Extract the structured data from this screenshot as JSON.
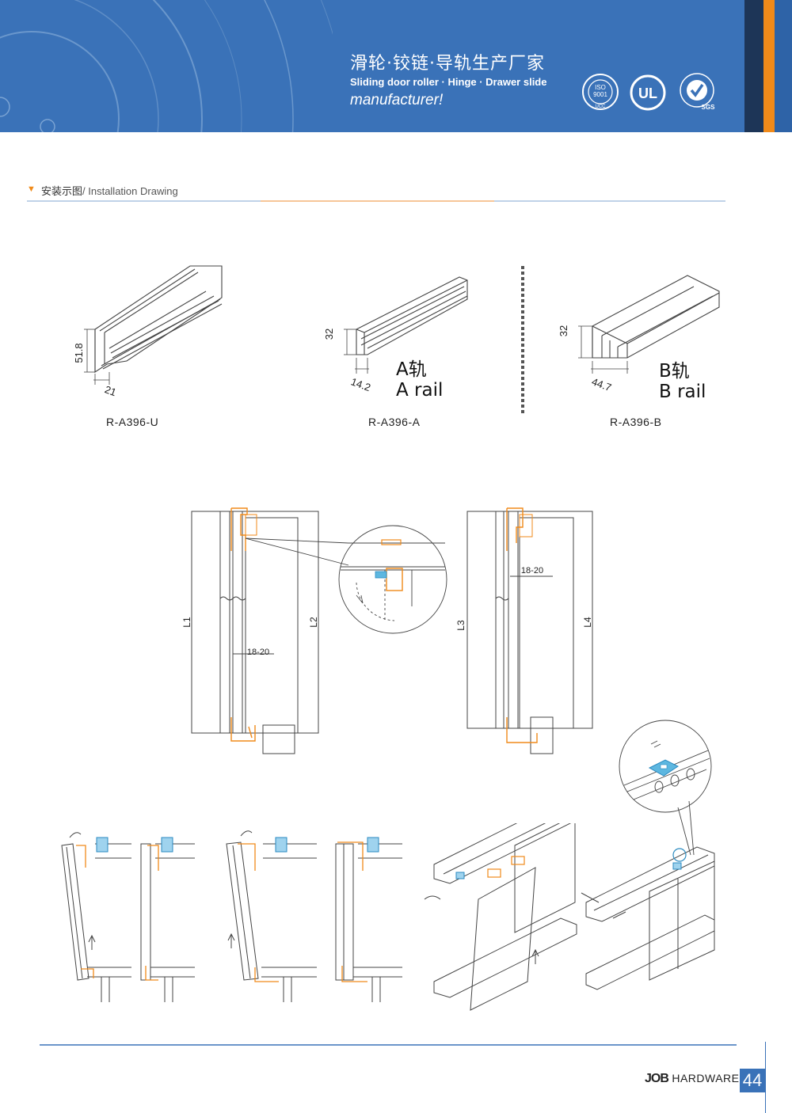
{
  "header": {
    "title_cn": "滑轮·铰链·导轨生产厂家",
    "title_en": "Sliding door roller  · Hinge  · Drawer slide",
    "title_manufacturer": "manufacturer!",
    "cert_logos": [
      "iso-9001-ucc-logo",
      "ul-logo",
      "sgs-logo"
    ],
    "cert_iso_text": "ISO",
    "cert_iso_num": "9001",
    "cert_ucc": "UCC",
    "cert_ul": "UL",
    "cert_sgs": "SGS",
    "colors": {
      "band": "#3a72b8",
      "accent_orange": "#f08a1a",
      "accent_dark": "#1d3557"
    }
  },
  "section": {
    "title_cn": "安装示图",
    "title_en": "/ Installation Drawing"
  },
  "profiles": [
    {
      "code": "R-A396-U",
      "dims": [
        "51.8",
        "21"
      ]
    },
    {
      "code": "R-A396-A",
      "dims": [
        "32",
        "14.2"
      ],
      "label_cn": "A轨",
      "label_en": "A rail"
    },
    {
      "code": "R-A396-B",
      "dims": [
        "32",
        "44.7"
      ],
      "label_cn": "B轨",
      "label_en": "B rail"
    }
  ],
  "sections_drawing": {
    "left_dims": [
      "L1",
      "L2",
      "18-20"
    ],
    "right_dims": [
      "L3",
      "L4",
      "18-20"
    ]
  },
  "footer": {
    "brand_logo": "JOB",
    "brand_text": "HARDWARE",
    "page_number": "44"
  }
}
